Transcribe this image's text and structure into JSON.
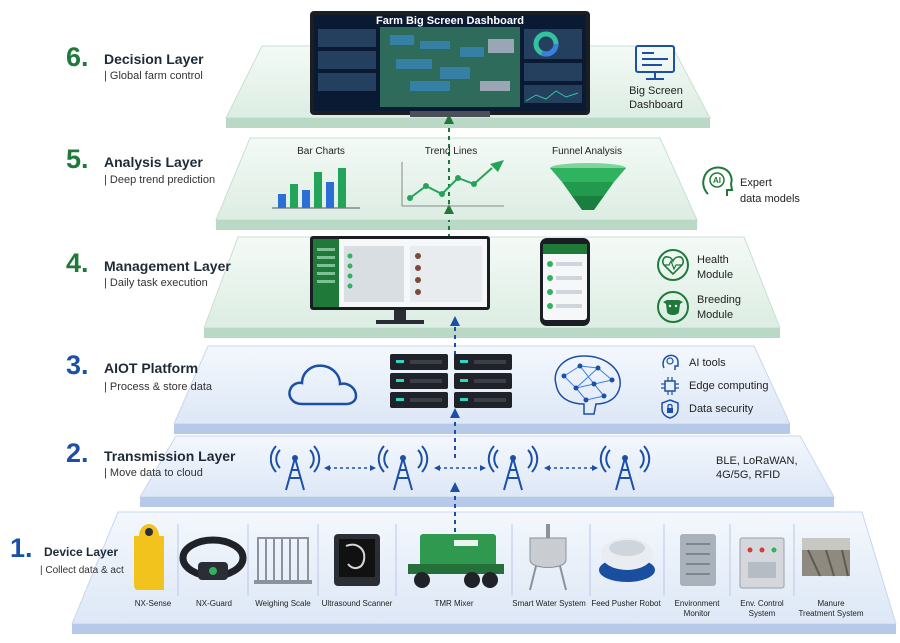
{
  "layers": [
    {
      "number": "6.",
      "title": "Decision Layer",
      "subtitle": "| Global farm control",
      "color": "#1f7a3a"
    },
    {
      "number": "5.",
      "title": "Analysis Layer",
      "subtitle": "| Deep trend prediction",
      "color": "#1f7a3a"
    },
    {
      "number": "4.",
      "title": "Management Layer",
      "subtitle": "| Daily task execution",
      "color": "#1f7a3a"
    },
    {
      "number": "3.",
      "title": "AIOT Platform",
      "subtitle": "| Process & store data",
      "color": "#1b4fa8"
    },
    {
      "number": "2.",
      "title": "Transmission Layer",
      "subtitle": "| Move data to cloud",
      "color": "#1b4fa8"
    },
    {
      "number": "1.",
      "title": "Device Layer",
      "subtitle": "| Collect data & act",
      "color": "#1b4fa8"
    }
  ],
  "decision": {
    "dashboard_title": "Farm Big Screen Dashboard",
    "side_label_line1": "Big Screen",
    "side_label_line2": "Dashboard"
  },
  "analysis": {
    "bar_charts": "Bar Charts",
    "trend_lines": "Trend Lines",
    "funnel": "Funnel Analysis",
    "side_line1": "Expert",
    "side_line2": "data models"
  },
  "management": {
    "health_line1": "Health",
    "health_line2": "Module",
    "breeding_line1": "Breeding",
    "breeding_line2": "Module"
  },
  "platform": {
    "ai_tools": "AI tools",
    "edge": "Edge computing",
    "security": "Data security"
  },
  "transmission": {
    "line1": "BLE, LoRaWAN,",
    "line2": "4G/5G, RFID"
  },
  "devices": [
    {
      "line1": "NX-Sense",
      "line2": ""
    },
    {
      "line1": "NX-Guard",
      "line2": ""
    },
    {
      "line1": "Weighing Scale",
      "line2": ""
    },
    {
      "line1": "Ultrasound Scanner",
      "line2": ""
    },
    {
      "line1": "TMR Mixer",
      "line2": ""
    },
    {
      "line1": "Smart Water System",
      "line2": ""
    },
    {
      "line1": "Feed Pusher Robot",
      "line2": ""
    },
    {
      "line1": "Environment",
      "line2": "Monitor"
    },
    {
      "line1": "Env. Control",
      "line2": "System"
    },
    {
      "line1": "Manure",
      "line2": "Treatment System"
    }
  ],
  "colors": {
    "green": "#1f7a3a",
    "blue": "#1b4fa8",
    "green_plate": "#e6f2ec",
    "blue_plate": "#e7eef9"
  }
}
